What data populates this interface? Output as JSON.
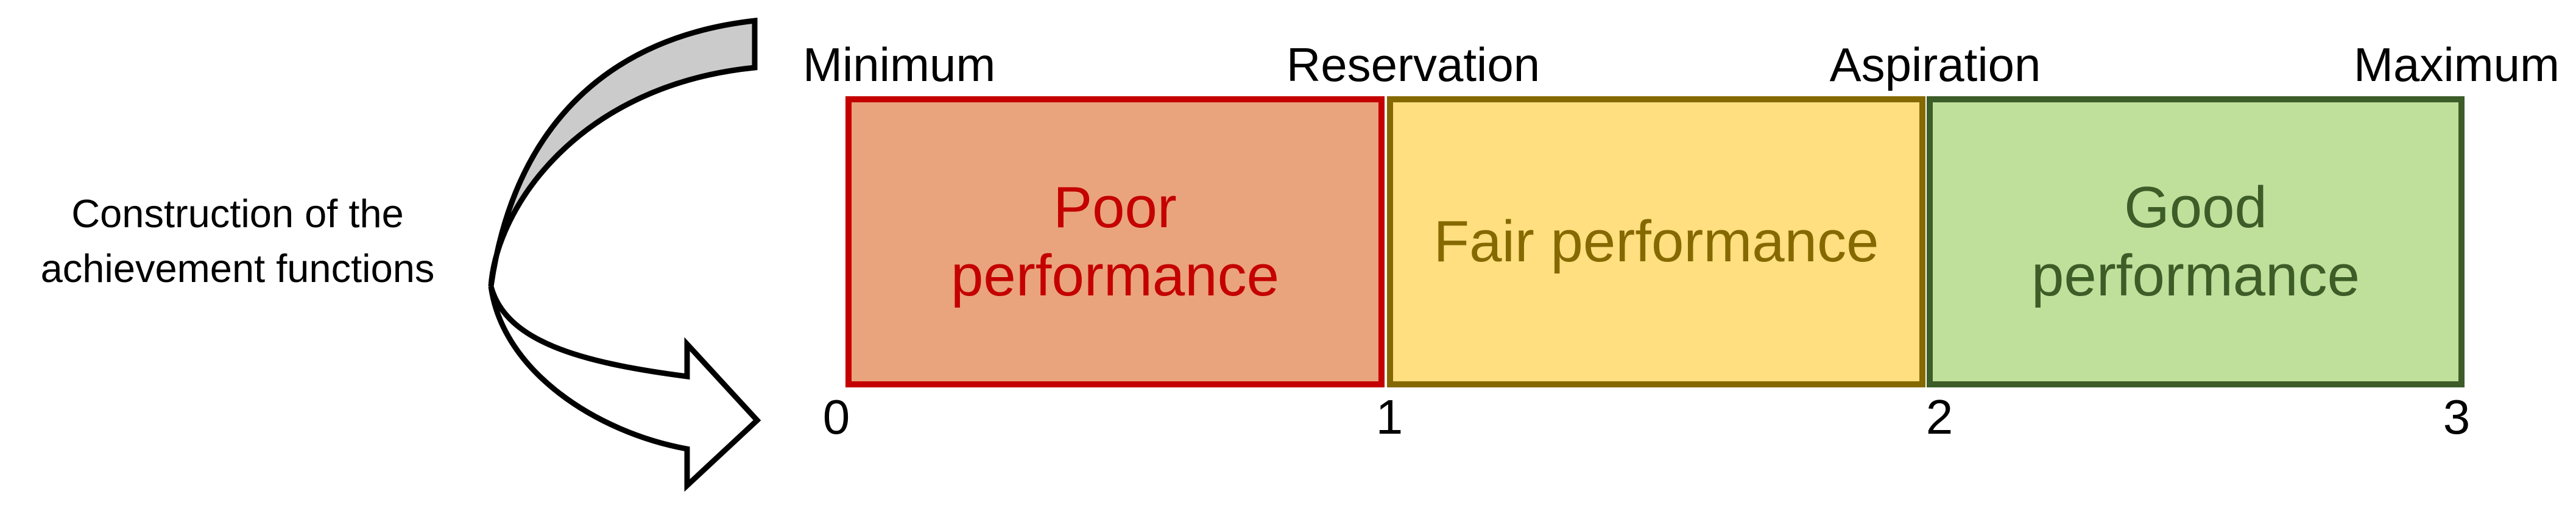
{
  "caption": {
    "line1": "Construction of the",
    "line2": "achievement functions"
  },
  "axis": {
    "markers": [
      {
        "label": "Minimum",
        "value": "0"
      },
      {
        "label": "Reservation",
        "value": "1"
      },
      {
        "label": "Aspiration",
        "value": "2"
      },
      {
        "label": "Maximum",
        "value": "3"
      }
    ]
  },
  "segments": [
    {
      "label": "Poor\nperformance",
      "from": "0",
      "to": "1",
      "level_from": "Minimum",
      "level_to": "Reservation"
    },
    {
      "label": "Fair performance",
      "from": "1",
      "to": "2",
      "level_from": "Reservation",
      "level_to": "Aspiration"
    },
    {
      "label": "Good\nperformance",
      "from": "2",
      "to": "3",
      "level_from": "Aspiration",
      "level_to": "Maximum"
    }
  ],
  "icons": {
    "curved_arrow": "curved-swoosh-arrow pointing down-right from caption to scale"
  },
  "colors": {
    "poor_fill": "#E9A47D",
    "poor_border": "#C40000",
    "poor_text": "#C40000",
    "fair_fill": "#FFDF80",
    "fair_border": "#856900",
    "fair_text": "#856900",
    "good_fill": "#BFE09A",
    "good_border": "#3C5C28",
    "good_text": "#3C5C28",
    "arrow_top_fill": "#CBCBCB",
    "arrow_bottom_fill": "#FFFFFF",
    "outline": "#000000"
  }
}
